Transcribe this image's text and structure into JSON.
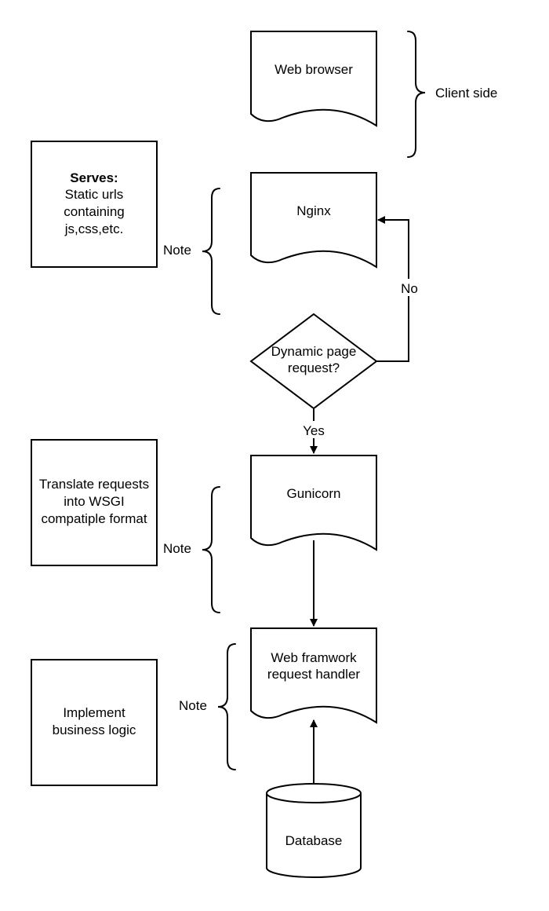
{
  "nodes": {
    "web_browser": "Web browser",
    "nginx": "Nginx",
    "decision": [
      "Dynamic page",
      "request?"
    ],
    "gunicorn": "Gunicorn",
    "web_framework": [
      "Web framwork",
      "request handler"
    ],
    "database": "Database"
  },
  "edges": {
    "no_label": "No",
    "yes_label": "Yes"
  },
  "braces": {
    "client_side": "Client side",
    "note_1": "Note",
    "note_2": "Note",
    "note_3": "Note"
  },
  "notes": {
    "serves_title": "Serves:",
    "serves_lines": [
      "Static urls",
      "containing",
      "js,css,etc."
    ],
    "translate_lines": [
      "Translate requests",
      "into WSGI",
      "compatiple format"
    ],
    "implement_lines": [
      "Implement",
      "business logic"
    ]
  }
}
